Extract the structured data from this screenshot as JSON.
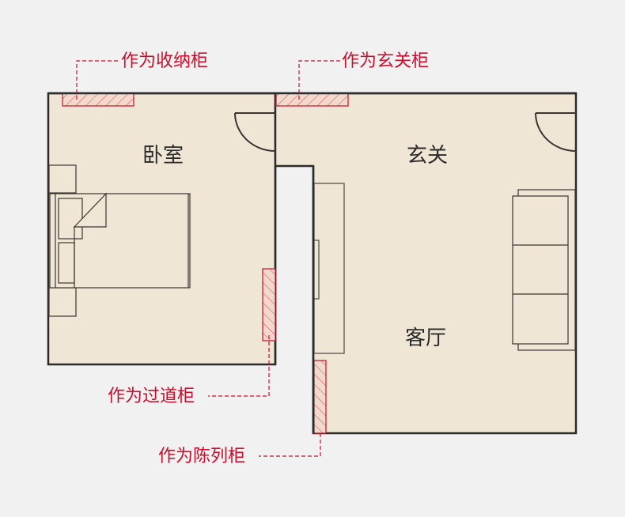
{
  "colors": {
    "background": "#f1f1f1",
    "floor": "#f0e6d6",
    "wall": "#2b2b2b",
    "furniture_line": "#3a3530",
    "accent": "#c8102e",
    "hatch_fill": "#f2d9cc"
  },
  "rooms": {
    "bedroom": {
      "label": "卧室"
    },
    "entry": {
      "label": "玄关"
    },
    "living": {
      "label": "客厅"
    }
  },
  "callouts": {
    "storage": {
      "label": "作为收纳柜"
    },
    "entry_cabinet": {
      "label": "作为玄关柜"
    },
    "hallway": {
      "label": "作为过道柜"
    },
    "display": {
      "label": "作为陈列柜"
    }
  }
}
